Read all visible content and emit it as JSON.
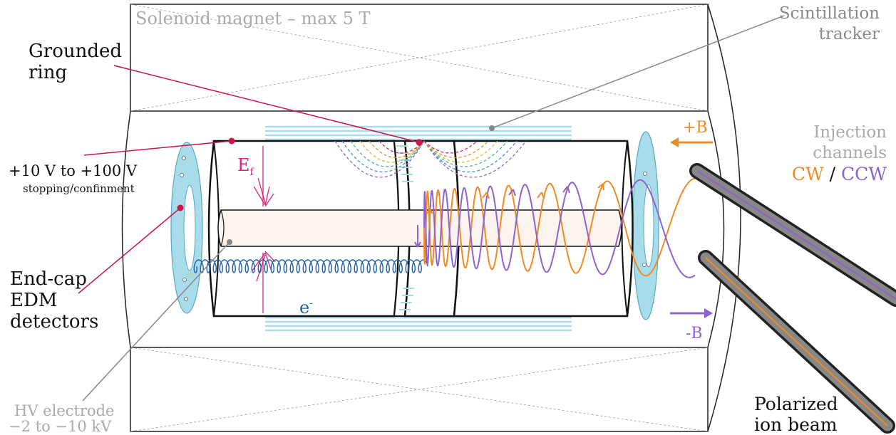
{
  "labels": {
    "solenoid": "Solenoid magnet – max 5 T",
    "scint_line1": "Scintillation",
    "scint_line2": "tracker",
    "grounded_line1": "Grounded",
    "grounded_line2": "ring",
    "stop_voltage": "+10 V to +100 V",
    "stop_sub": "stopping/confinment",
    "endcap_line1": "End-cap",
    "endcap_line2": "EDM",
    "endcap_line3": "detectors",
    "hv_line1": "HV electrode",
    "hv_line2": "−2 to −10 kV",
    "polarized_line1": "Polarized",
    "polarized_line2": "ion beam",
    "inj_line1": "Injection",
    "inj_line2": "channels",
    "cw": "CW",
    "slash": " / ",
    "ccw": "CCW",
    "plus_b": "+B",
    "minus_b": "-B",
    "ef_main": "E",
    "ef_sub": "f",
    "electron_main": "e",
    "electron_sup": "-"
  },
  "colors": {
    "orange": "#f08a24",
    "purple": "#8e63d1",
    "crimson": "#c8154a",
    "magenta": "#e0227a",
    "blue": "#1f5fa8",
    "cyan": "#a9dceb",
    "gray": "#aaaaaa",
    "darkgray": "#666666"
  }
}
